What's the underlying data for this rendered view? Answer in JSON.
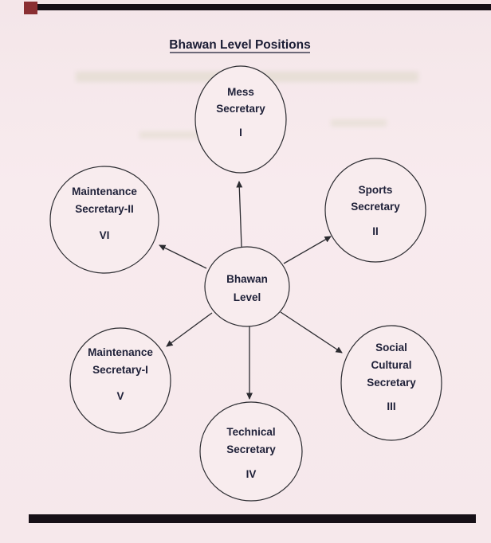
{
  "title": "Bhawan Level Positions",
  "colors": {
    "page_background": "#f6e8eb",
    "ink": "#1e2038",
    "line_color": "#2b2b30",
    "border_bar": "#171017",
    "corner_mark": "#8a2f33"
  },
  "diagram": {
    "center": {
      "lines": [
        "Bhawan",
        "Level"
      ]
    },
    "nodes": [
      {
        "id": "mess-secretary",
        "lines": [
          "Mess",
          "Secretary"
        ],
        "numeral": "I"
      },
      {
        "id": "sports-secretary",
        "lines": [
          "Sports",
          "Secretary"
        ],
        "numeral": "II"
      },
      {
        "id": "social-cultural-secretary",
        "lines": [
          "Social",
          "Cultural",
          "Secretary"
        ],
        "numeral": "III"
      },
      {
        "id": "technical-secretary",
        "lines": [
          "Technical",
          "Secretary"
        ],
        "numeral": "IV"
      },
      {
        "id": "maintenance-secretary-1",
        "lines": [
          "Maintenance",
          "Secretary-I"
        ],
        "numeral": "V"
      },
      {
        "id": "maintenance-secretary-2",
        "lines": [
          "Maintenance",
          "Secretary-II"
        ],
        "numeral": "VI"
      }
    ]
  }
}
